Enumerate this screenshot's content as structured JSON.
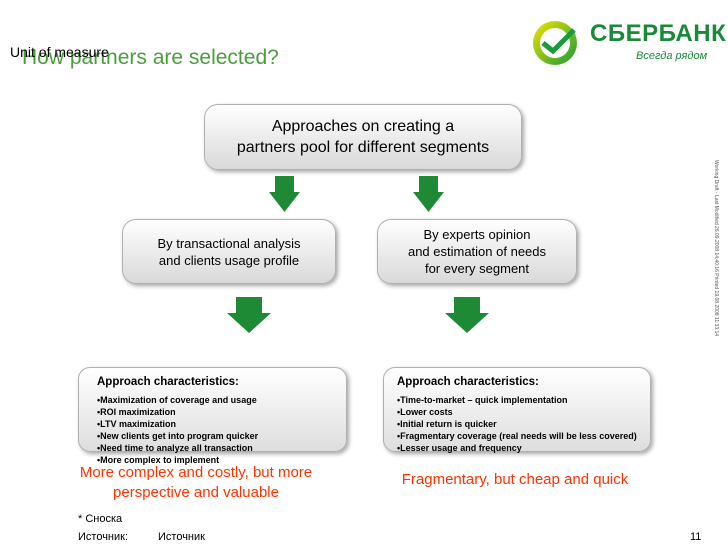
{
  "header": {
    "title": "How partners are selected?",
    "unit_label": "Unit of measure"
  },
  "logo": {
    "name": "СБЕРБАНК",
    "slogan": "Всегда рядом"
  },
  "diagram": {
    "top_box": {
      "line1": "Approaches on creating a",
      "line2": "partners pool for different segments"
    },
    "left_box": {
      "line1": "By transactional analysis",
      "line2": "and clients usage profile"
    },
    "right_box": {
      "line1": "By experts opinion",
      "line2": "and estimation of needs",
      "line3": "for every segment"
    },
    "left_characteristics": {
      "heading": "Approach characteristics:",
      "items": [
        "Maximization of coverage and usage",
        "ROI maximization",
        "LTV maximization",
        "New clients get into program quicker",
        "Need time to analyze all transaction",
        "More complex to implement"
      ]
    },
    "right_characteristics": {
      "heading": "Approach characteristics:",
      "items": [
        "Time-to-market – quick implementation",
        "Lower costs",
        "Initial return is quicker",
        "Fragmentary coverage (real needs will be less covered)",
        "Lesser usage and frequency"
      ]
    },
    "left_conclusion": {
      "line1": "More complex and costly, but more",
      "line2": "perspective and valuable"
    },
    "right_conclusion": "Fragmentary, but cheap and quick"
  },
  "footer": {
    "footnote": "* Сноска",
    "source_label": "Источник:",
    "source_value": "Источник",
    "page_number": "11"
  },
  "side_note": "Working Draft - Last Modified 26.09.2008 14:40:16 Printed 19.08.2008 11:33:14",
  "colors": {
    "title": "#4a9e3a",
    "conclusion": "#ff3300",
    "arrow": "#1f8a35",
    "brand": "#1a8a3a"
  }
}
